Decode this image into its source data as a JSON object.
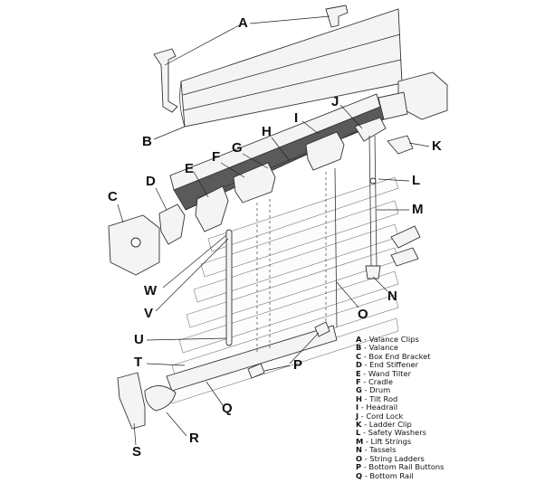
{
  "callouts": [
    "A",
    "B",
    "C",
    "D",
    "E",
    "F",
    "G",
    "H",
    "I",
    "J",
    "K",
    "L",
    "M",
    "N",
    "O",
    "P",
    "Q",
    "R",
    "S",
    "T",
    "U",
    "V",
    "W"
  ],
  "legend": [
    {
      "key": "A",
      "text": "Valance Clips"
    },
    {
      "key": "B",
      "text": "Valance"
    },
    {
      "key": "C",
      "text": "Box End Bracket"
    },
    {
      "key": "D",
      "text": "End Stiffener"
    },
    {
      "key": "E",
      "text": "Wand Tilter"
    },
    {
      "key": "F",
      "text": "Cradle"
    },
    {
      "key": "G",
      "text": "Drum"
    },
    {
      "key": "H",
      "text": "Tilt Rod"
    },
    {
      "key": "I",
      "text": "Headrail"
    },
    {
      "key": "J",
      "text": "Cord Lock"
    },
    {
      "key": "K",
      "text": "Ladder Clip"
    },
    {
      "key": "L",
      "text": "Safety Washers"
    },
    {
      "key": "M",
      "text": "Lift Strings"
    },
    {
      "key": "N",
      "text": "Tassels"
    },
    {
      "key": "O",
      "text": "String Ladders"
    },
    {
      "key": "P",
      "text": "Bottom Rail Buttons"
    },
    {
      "key": "Q",
      "text": "Bottom Rail"
    }
  ],
  "separator": " - "
}
